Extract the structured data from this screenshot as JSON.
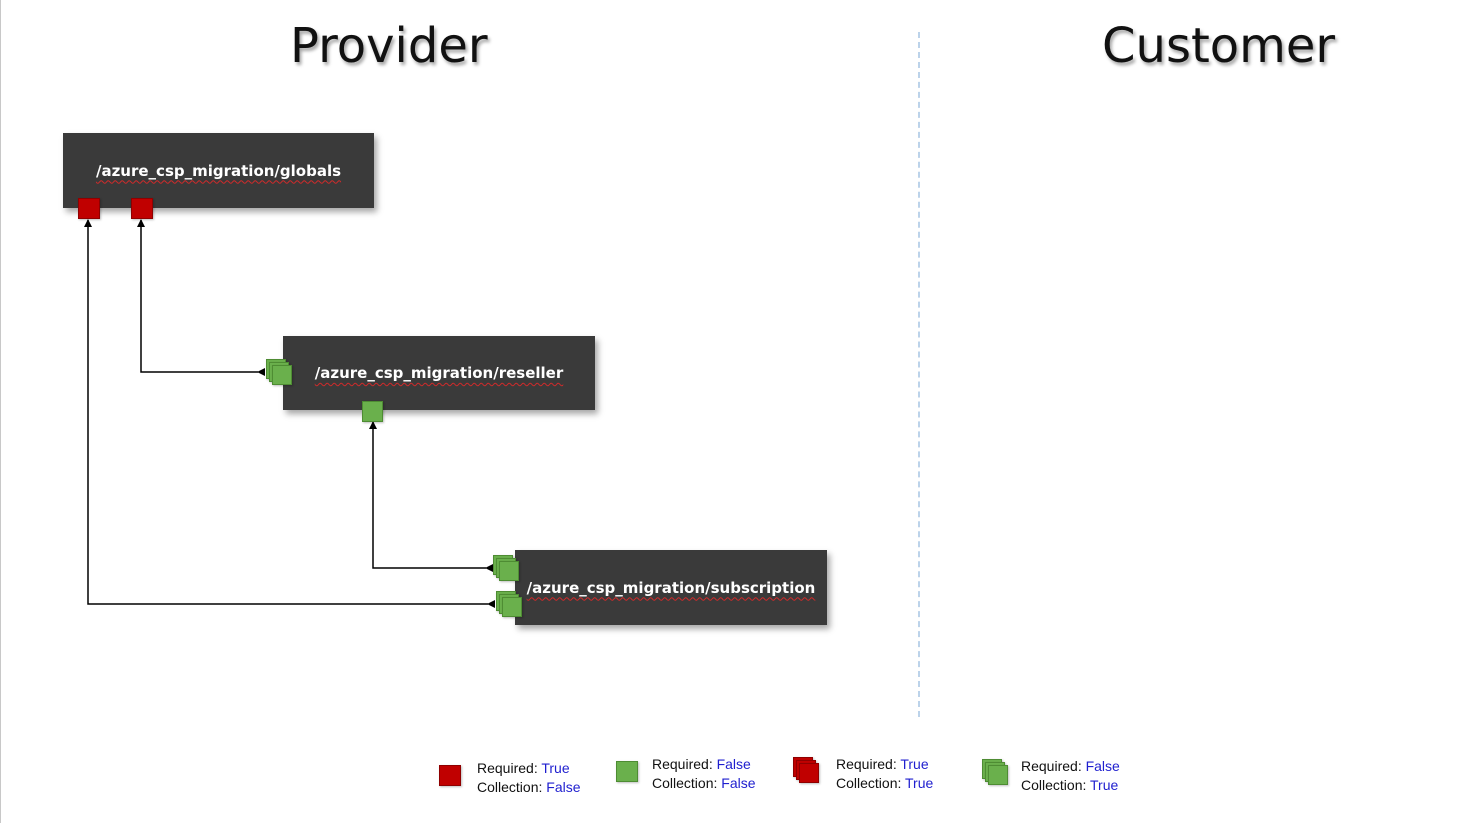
{
  "headings": {
    "provider": "Provider",
    "customer": "Customer"
  },
  "nodes": {
    "globals": {
      "label": "/azure_csp_migration/globals"
    },
    "reseller": {
      "label": "/azure_csp_migration/reseller"
    },
    "subscription": {
      "label": "/azure_csp_migration/subscription"
    }
  },
  "legend": [
    {
      "icon": "red-single-square-icon",
      "required_label": "Required:",
      "required_value": "True",
      "collection_label": "Collection:",
      "collection_value": "False"
    },
    {
      "icon": "green-single-square-icon",
      "required_label": "Required:",
      "required_value": "False",
      "collection_label": "Collection:",
      "collection_value": "False"
    },
    {
      "icon": "red-stacked-squares-icon",
      "required_label": "Required:",
      "required_value": "True",
      "collection_label": "Collection:",
      "collection_value": "True"
    },
    {
      "icon": "green-stacked-squares-icon",
      "required_label": "Required:",
      "required_value": "False",
      "collection_label": "Collection:",
      "collection_value": "True"
    }
  ],
  "colors": {
    "required_true": "#c00000",
    "required_false": "#6ab04c",
    "node_fill": "#3a3a3a",
    "legend_value": "#1f1fcf",
    "divider": "#bcd3ea"
  }
}
